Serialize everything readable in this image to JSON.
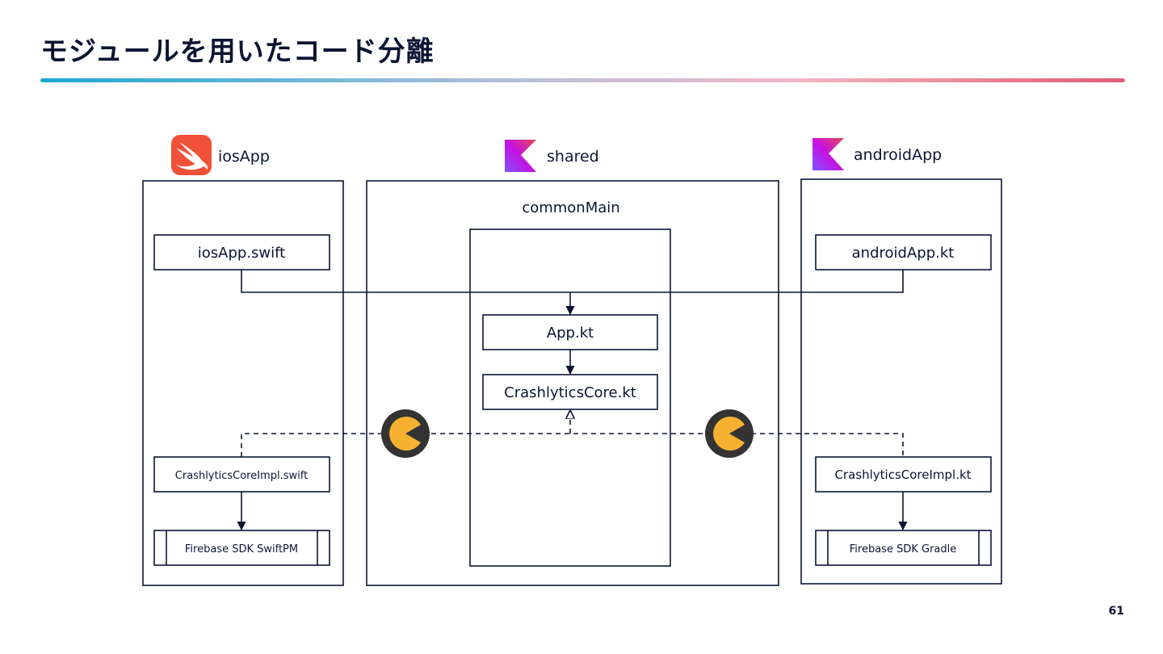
{
  "title": "モジュールを用いたコード分離",
  "page_number": "61",
  "modules": {
    "ios": {
      "label": "iosApp",
      "entry_file": "iosApp.swift",
      "impl_file": "CrashlyticsCoreImpl.swift",
      "sdk": "Firebase SDK SwiftPM"
    },
    "shared": {
      "label": "shared",
      "source_set": "commonMain",
      "app_file": "App.kt",
      "interface_file": "CrashlyticsCore.kt"
    },
    "android": {
      "label": "androidApp",
      "entry_file": "androidApp.kt",
      "impl_file": "CrashlyticsCoreImpl.kt",
      "sdk": "Firebase SDK Gradle"
    }
  },
  "icons": {
    "swift": "swift-logo-icon",
    "kotlin": "kotlin-logo-icon",
    "implement_marker": "pacman-implementation-icon"
  },
  "colors": {
    "swift_orange": "#f05138",
    "kotlin_gradient": [
      "#e44857",
      "#c711e1",
      "#7f52ff"
    ],
    "marker_fill": "#f6b130",
    "marker_ring": "#333333",
    "ink": "#0b1533"
  }
}
